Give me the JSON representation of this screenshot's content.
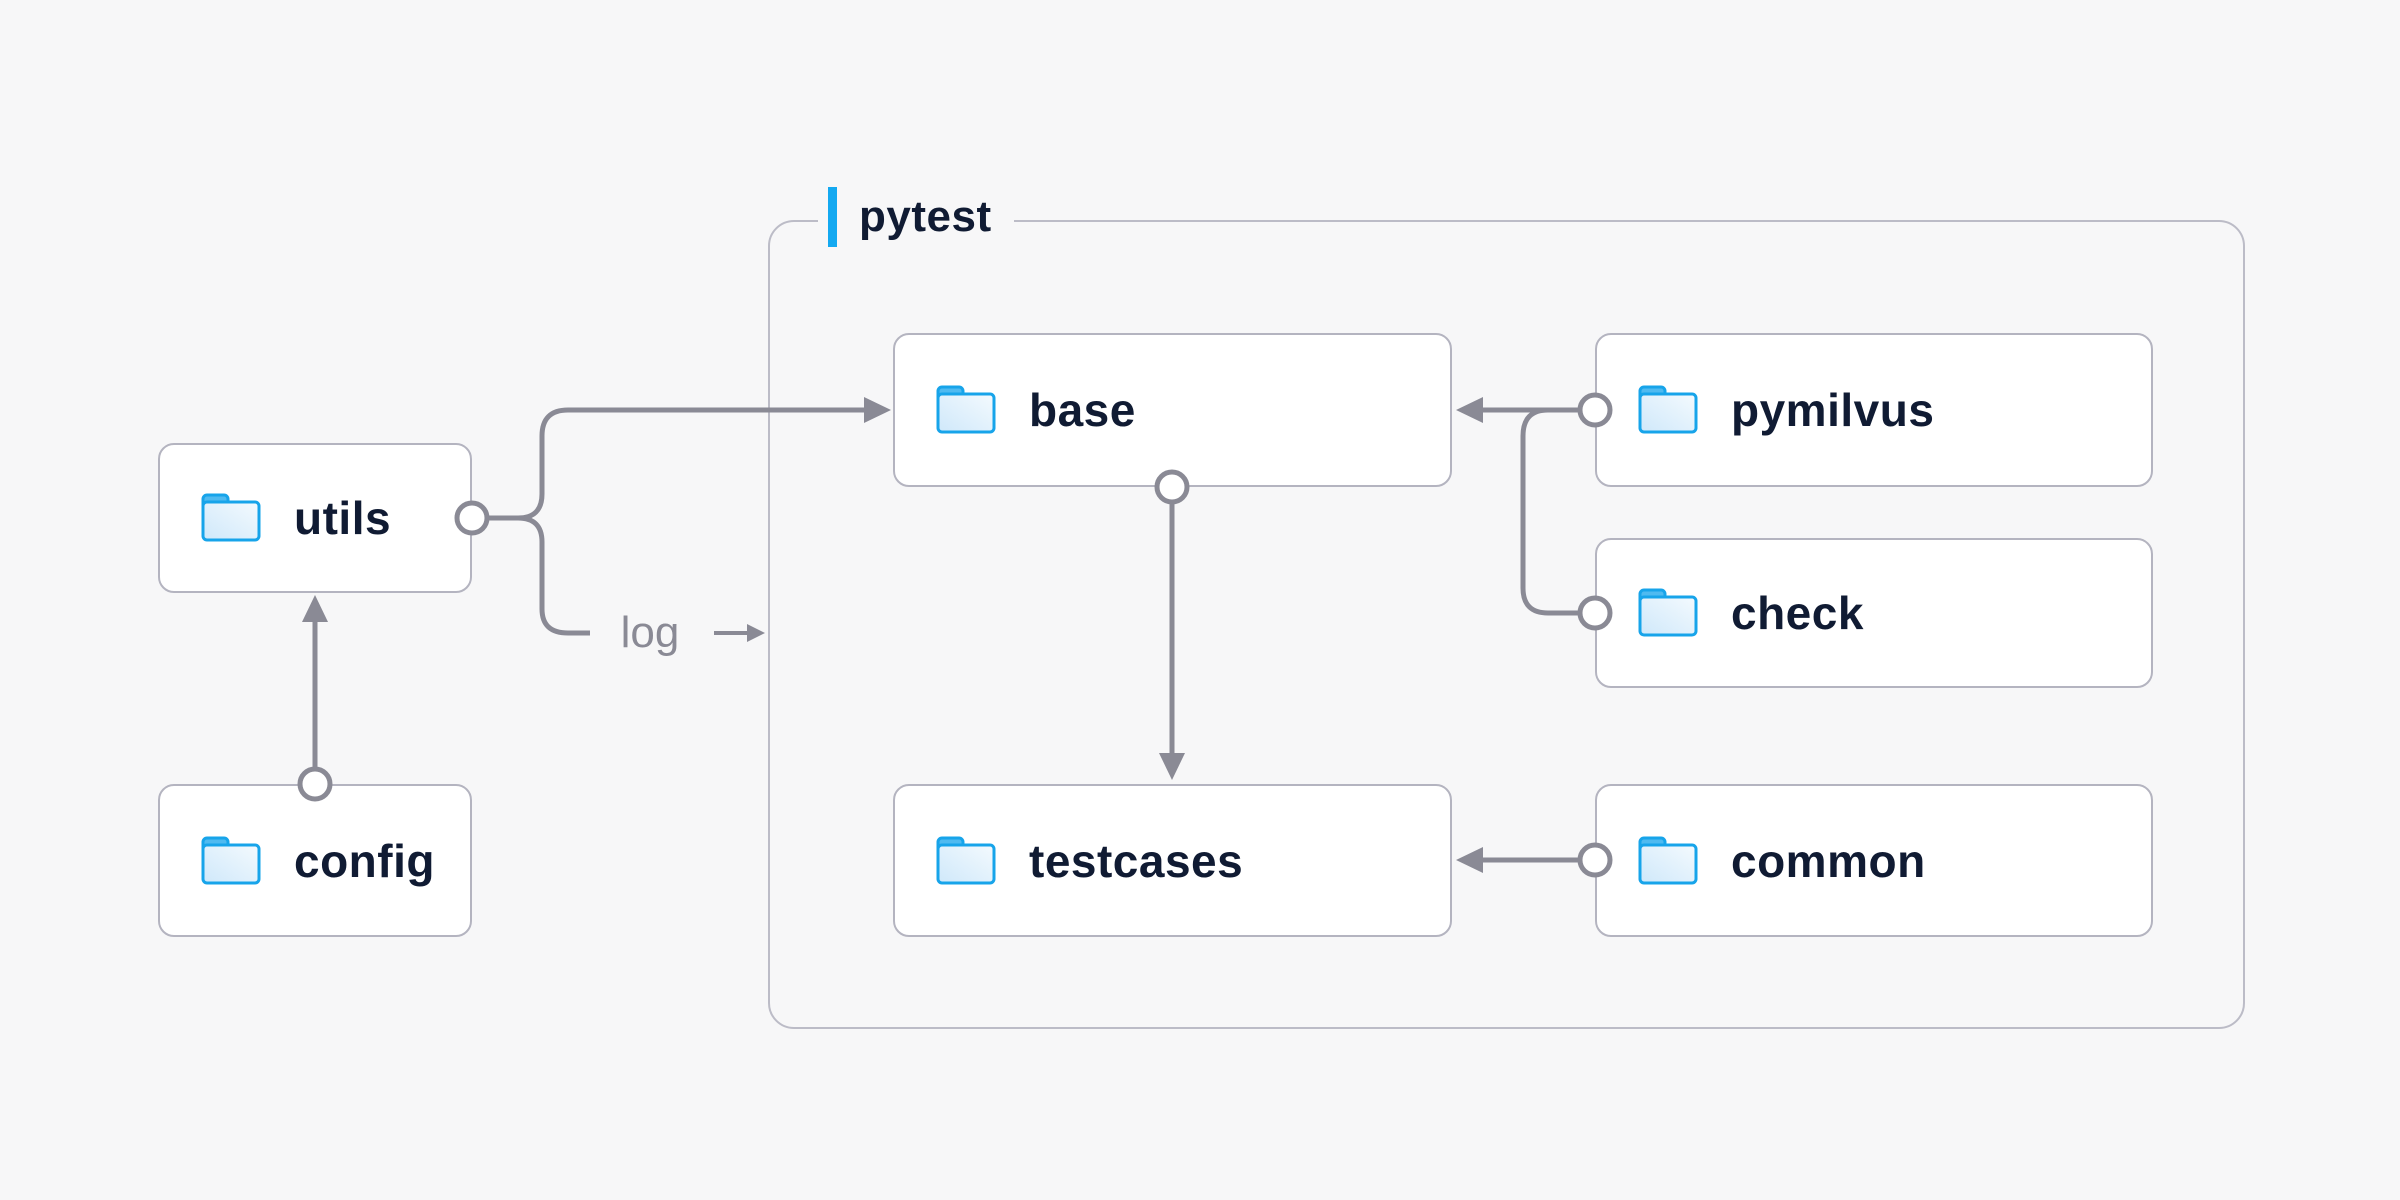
{
  "group": {
    "label": "pytest"
  },
  "nodes": {
    "utils": {
      "label": "utils"
    },
    "config": {
      "label": "config"
    },
    "base": {
      "label": "base"
    },
    "pymilvus": {
      "label": "pymilvus"
    },
    "check": {
      "label": "check"
    },
    "testcases": {
      "label": "testcases"
    },
    "common": {
      "label": "common"
    }
  },
  "edge_labels": {
    "log": "log"
  },
  "edges": [
    {
      "from": "config",
      "to": "utils",
      "type": "arrow"
    },
    {
      "from": "utils",
      "to": "base",
      "type": "arrow"
    },
    {
      "from": "utils",
      "to": "pytest-group",
      "type": "arrow",
      "label": "log"
    },
    {
      "from": "pymilvus",
      "to": "base",
      "type": "arrow"
    },
    {
      "from": "pymilvus",
      "to": "check",
      "type": "connector"
    },
    {
      "from": "base",
      "to": "testcases",
      "type": "arrow"
    },
    {
      "from": "common",
      "to": "testcases",
      "type": "arrow"
    }
  ],
  "icons": {
    "node_icon": "folder-icon"
  },
  "colors": {
    "background": "#f7f7f8",
    "accent_blue": "#14a9f1",
    "connector_gray": "#8a8a95",
    "node_border": "#b4b4c0",
    "group_border": "#bcbcc7",
    "text_dark": "#101b33",
    "folder_stroke": "#17a4ea",
    "folder_tab": "#4fbaf0",
    "folder_body": "#d9edfb"
  }
}
